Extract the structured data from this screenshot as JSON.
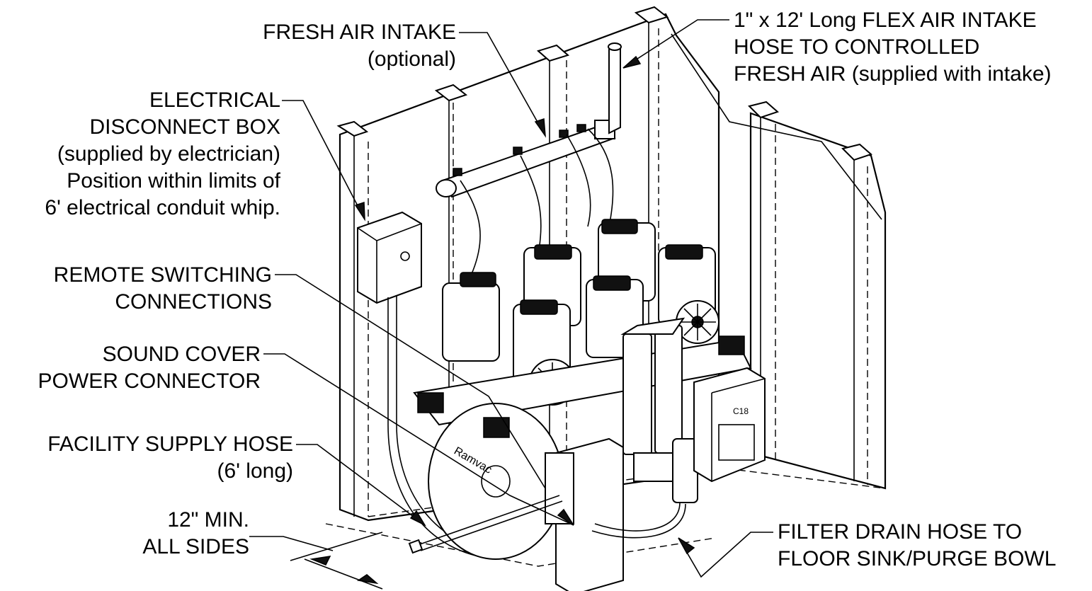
{
  "labels": {
    "fresh_air_intake": {
      "line1": "FRESH AIR INTAKE",
      "line2": "(optional)"
    },
    "flex_hose": {
      "line1": "1\" x 12' Long FLEX AIR INTAKE",
      "line2": "HOSE TO CONTROLLED",
      "line3": "FRESH AIR (supplied with intake)"
    },
    "electrical_box": {
      "line1": "ELECTRICAL",
      "line2": "DISCONNECT BOX",
      "line3": "(supplied by electrician)",
      "line4": "Position within limits of",
      "line5": "6' electrical conduit whip."
    },
    "remote_switching": {
      "line1": "REMOTE SWITCHING",
      "line2": "CONNECTIONS"
    },
    "sound_cover": {
      "line1": "SOUND COVER",
      "line2": "POWER CONNECTOR"
    },
    "facility_hose": {
      "line1": "FACILITY SUPPLY HOSE",
      "line2": "(6' long)"
    },
    "clearance": {
      "line1": "12\" MIN.",
      "line2": "ALL SIDES"
    },
    "filter_drain": {
      "line1": "FILTER DRAIN HOSE TO",
      "line2": "FLOOR SINK/PURGE BOWL"
    }
  },
  "product": {
    "brand_text": "Ramvac",
    "dryer_badge": "C18"
  }
}
